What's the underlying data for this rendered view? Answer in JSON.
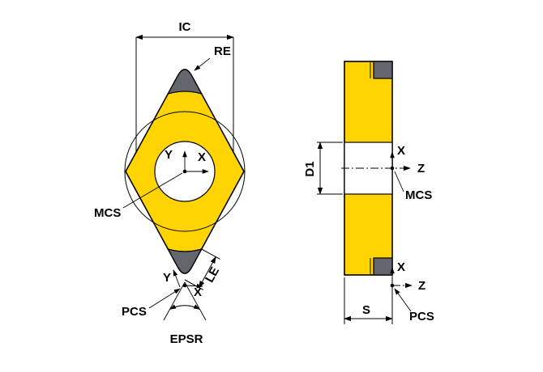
{
  "drawing": {
    "background": "#ffffff",
    "colors": {
      "insert": "#FFD400",
      "tip": "#63666C",
      "hole": "#ffffff",
      "line": "#000000"
    },
    "front_view": {
      "ic_label": "IC",
      "re_label": "RE",
      "le_label": "LE",
      "epsr_label": "EPSR",
      "mcs": {
        "label": "MCS",
        "x_axis": "X",
        "y_axis": "Y"
      },
      "pcs": {
        "label": "PCS",
        "x_axis": "X",
        "y_axis": "Y"
      }
    },
    "side_view": {
      "d1_label": "D1",
      "s_label": "S",
      "mcs": {
        "label": "MCS",
        "x_axis": "X",
        "z_axis": "Z"
      },
      "pcs": {
        "label": "PCS",
        "x_axis": "X",
        "z_axis": "Z"
      }
    }
  }
}
